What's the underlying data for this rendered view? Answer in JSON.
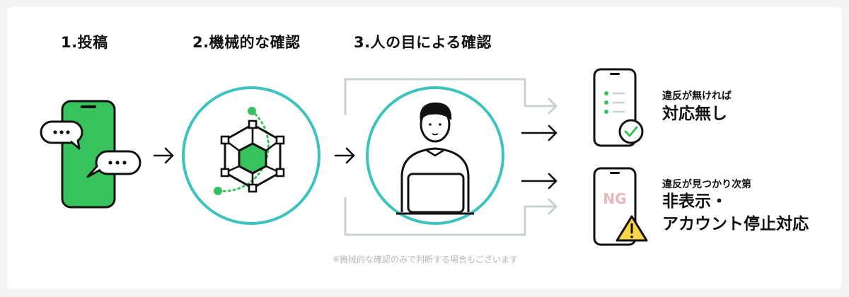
{
  "steps": [
    {
      "label": "1.投稿"
    },
    {
      "label": "2.機械的な確認"
    },
    {
      "label": "3.人の目による確認"
    }
  ],
  "outcomes": {
    "ok": {
      "small": "違反が無ければ",
      "large": "対応無し"
    },
    "ng": {
      "small": "違反が見つかり次第",
      "large_line1": "非表示・",
      "large_line2": "アカウント停止対応",
      "badge": "NG"
    }
  },
  "footnote": "※機械的な確認のみで判断する場合もございます",
  "colors": {
    "green": "#38c25d",
    "teal": "#3cc3bd",
    "gray_line": "#c8d2cf",
    "ng_pink": "#e3b8bc",
    "warning_yellow": "#f7d54a",
    "ink": "#111111"
  },
  "icons": [
    "phone-icon",
    "chat-bubble-icon",
    "network-hexagon-icon",
    "person-laptop-icon",
    "checklist-phone-icon",
    "check-badge-icon",
    "ng-phone-icon",
    "warning-icon",
    "arrow-right-icon"
  ]
}
